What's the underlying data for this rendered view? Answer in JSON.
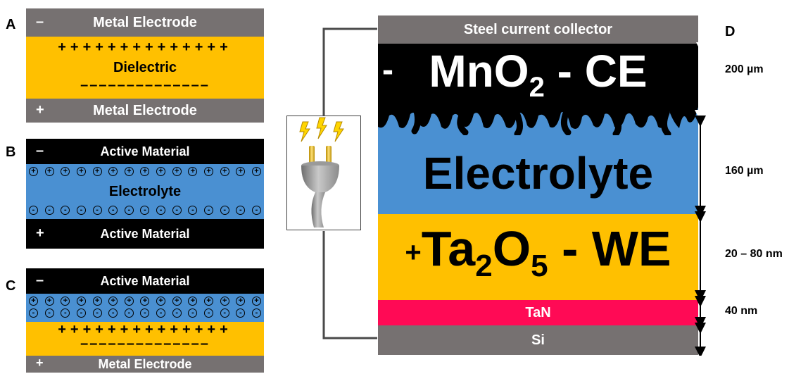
{
  "panels": {
    "a": {
      "letter": "A",
      "top_sign": "–",
      "top_label": "Metal Electrode",
      "plus_charges": "++++++++++++++",
      "middle_label": "Dielectric",
      "minus_charges": "––––––––––––––",
      "bottom_sign": "+",
      "bottom_label": "Metal Electrode"
    },
    "b": {
      "letter": "B",
      "top_sign": "–",
      "top_label": "Active Material",
      "cation_glyph": "+",
      "middle_label": "Electrolyte",
      "anion_glyph": "-",
      "bottom_sign": "+",
      "bottom_label": "Active Material"
    },
    "c": {
      "letter": "C",
      "top_sign": "–",
      "top_label": "Active Material",
      "plus_charges": "++++++++++++++",
      "minus_charges": "––––––––––––––",
      "bottom_sign": "+",
      "bottom_label": "Metal Electrode"
    }
  },
  "panel_d": {
    "letter": "D",
    "collector_label": "Steel current collector",
    "ce_sign": "-",
    "ce_label": {
      "prefix": "MnO",
      "sub": "2",
      "suffix": " - CE"
    },
    "electrolyte_label": "Electrolyte",
    "we_sign": "+",
    "we_label": {
      "a": "Ta",
      "sub1": "2",
      "b": "O",
      "sub2": "5",
      "c": " - WE"
    },
    "tan_label": "TaN",
    "si_label": "Si",
    "dimensions": {
      "ce": "200 µm",
      "electrolyte": "160 µm",
      "we": "20 – 80 nm",
      "tan": "40 nm"
    }
  },
  "colors": {
    "electrode_gray": "#767171",
    "dielectric_gold": "#ffc000",
    "electrolyte_blue": "#4a90d2",
    "active_black": "#000000",
    "tan_pink": "#ff0a55",
    "plug_bolt": "#ffd500"
  },
  "icons": [
    "power-plug-icon",
    "lightning-bolt-icon"
  ]
}
